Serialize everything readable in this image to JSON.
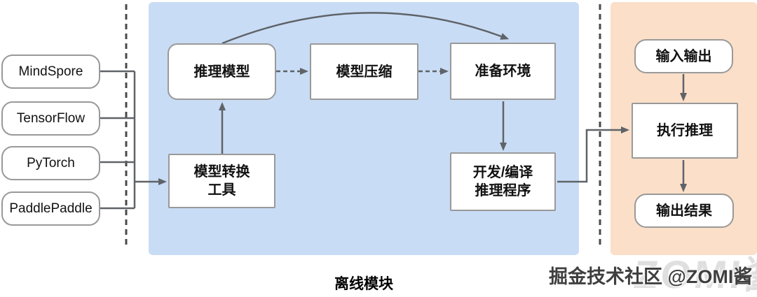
{
  "colors": {
    "offline_panel_bg": "#c9dcf5",
    "online_panel_bg": "#fbdfc8",
    "node_fill": "#ffffff",
    "node_border": "#999999",
    "connector": "#5f6368",
    "text": "#111111"
  },
  "frameworks": {
    "items": [
      {
        "label": "MindSpore"
      },
      {
        "label": "TensorFlow"
      },
      {
        "label": "PyTorch"
      },
      {
        "label": "PaddlePaddle"
      }
    ]
  },
  "offline": {
    "region_label": "离线模块",
    "nodes": {
      "inference_model": "推理模型",
      "model_compression": "模型压缩",
      "prepare_env": "准备环境",
      "conversion_tool": {
        "line1": "模型转换",
        "line2": "工具"
      },
      "develop_compile": {
        "line1": "开发/编译",
        "line2": "推理程序"
      }
    }
  },
  "online": {
    "nodes": {
      "input_output": "输入输出",
      "execute_inference": "执行推理",
      "output_result": "输出结果"
    }
  },
  "watermark": {
    "primary": "掘金技术社区 @ZOMI酱",
    "background": "ZOMI酱"
  }
}
